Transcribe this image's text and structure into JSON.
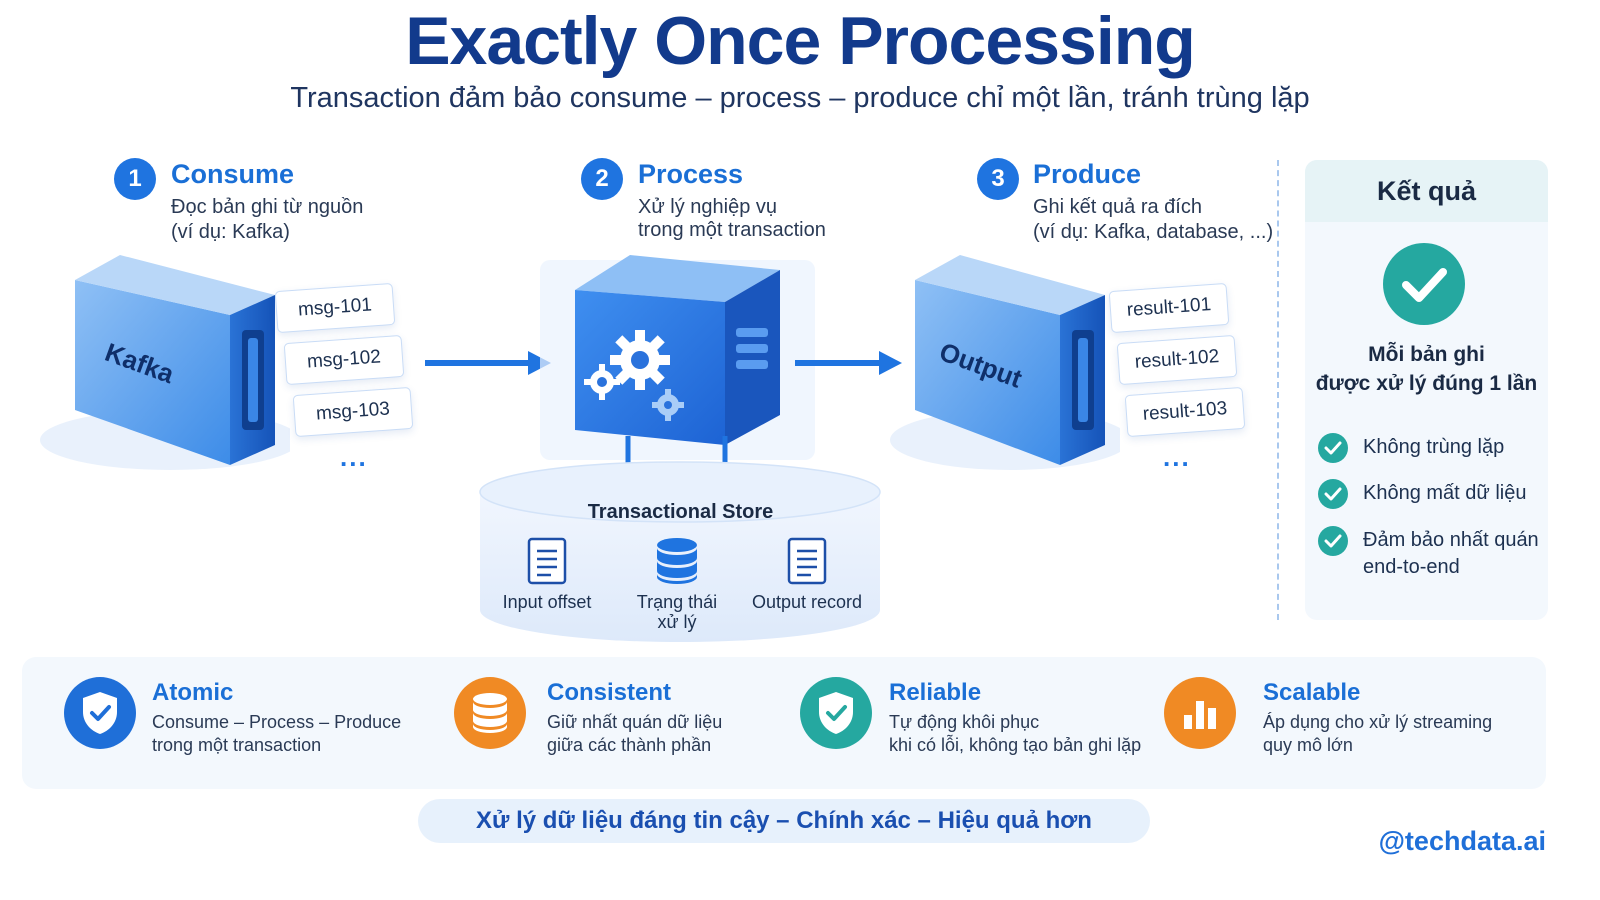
{
  "header": {
    "title": "Exactly Once Processing",
    "subtitle": "Transaction đảm bảo consume – process – produce chỉ một lần, tránh trùng lặp"
  },
  "steps": [
    {
      "number": "1",
      "title": "Consume",
      "desc_line1": "Đọc bản ghi từ nguồn",
      "desc_line2": "(ví dụ: Kafka)"
    },
    {
      "number": "2",
      "title": "Process",
      "desc_line1": "Xử lý nghiệp vụ",
      "desc_line2": "trong một transaction"
    },
    {
      "number": "3",
      "title": "Produce",
      "desc_line1": "Ghi kết quả ra đích",
      "desc_line2": "(ví dụ: Kafka, database, ...)"
    }
  ],
  "source": {
    "label": "Kafka",
    "messages": [
      "msg-101",
      "msg-102",
      "msg-103"
    ],
    "more": "..."
  },
  "sink": {
    "label": "Output",
    "results": [
      "result-101",
      "result-102",
      "result-103"
    ],
    "more": "..."
  },
  "store": {
    "title": "Transactional Store",
    "items": [
      {
        "label_line1": "Input offset",
        "label_line2": "",
        "icon": "document-icon"
      },
      {
        "label_line1": "Trạng thái",
        "label_line2": "xử lý",
        "icon": "database-icon"
      },
      {
        "label_line1": "Output record",
        "label_line2": "",
        "icon": "document-icon"
      }
    ]
  },
  "result": {
    "title": "Kết quả",
    "main_line1": "Mỗi bản ghi",
    "main_line2": "được xử lý đúng 1 lần",
    "items": [
      {
        "line1": "Không trùng lặp",
        "line2": ""
      },
      {
        "line1": "Không mất dữ liệu",
        "line2": ""
      },
      {
        "line1": "Đảm bảo nhất quán",
        "line2": "end-to-end"
      }
    ]
  },
  "features": [
    {
      "title": "Atomic",
      "desc_line1": "Consume – Process – Produce",
      "desc_line2": "trong một transaction",
      "icon": "shield-check-icon",
      "color": "#1f6fd8"
    },
    {
      "title": "Consistent",
      "desc_line1": "Giữ nhất quán dữ liệu",
      "desc_line2": "giữa các thành phần",
      "icon": "database-icon",
      "color": "#f08a24"
    },
    {
      "title": "Reliable",
      "desc_line1": "Tự động khôi phục",
      "desc_line2": "khi có lỗi, không tạo bản ghi lặp",
      "icon": "shield-check-icon",
      "color": "#25a8a0"
    },
    {
      "title": "Scalable",
      "desc_line1": "Áp dụng cho xử lý streaming",
      "desc_line2": "quy mô lớn",
      "icon": "bar-chart-icon",
      "color": "#f08a24"
    }
  ],
  "footer": {
    "tagline": "Xử lý dữ liệu đáng tin cậy – Chính xác – Hiệu quả hơn",
    "brand": "@techdata.ai"
  },
  "colors": {
    "primary": "#1f74e0",
    "title": "#123a8c",
    "teal": "#25a8a0",
    "orange": "#f08a24"
  }
}
